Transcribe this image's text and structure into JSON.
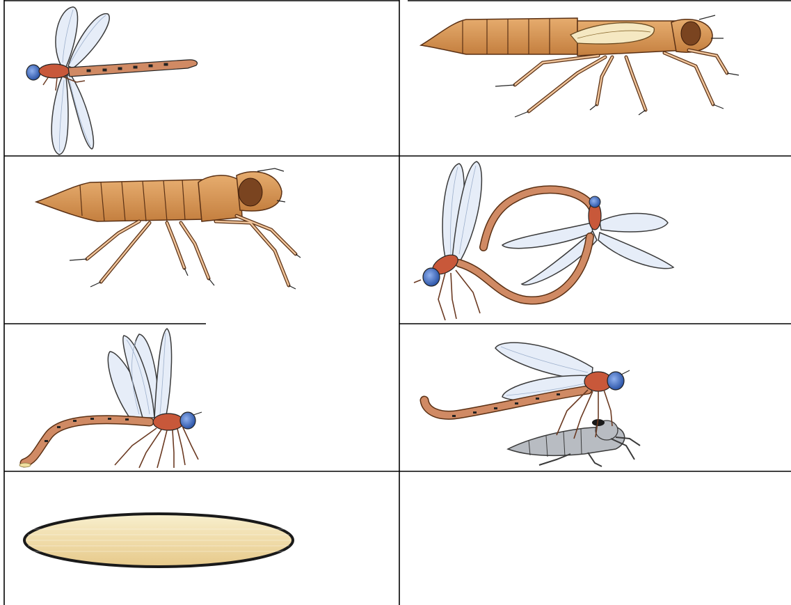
{
  "grid": {
    "rows": 4,
    "columns": 2,
    "line_color": "#000000",
    "background": "#ffffff"
  },
  "cells": [
    {
      "id": "dragonfly-adult-top-view",
      "icon": "dragonfly-top-view-icon"
    },
    {
      "id": "nymph-with-wing-buds",
      "icon": "nymph-with-wing-buds-icon"
    },
    {
      "id": "nymph-larva",
      "icon": "dragonfly-nymph-icon"
    },
    {
      "id": "mating-pair",
      "icon": "mating-dragonflies-icon"
    },
    {
      "id": "female-laying-eggs",
      "icon": "egg-laying-dragonfly-icon"
    },
    {
      "id": "adult-emerging-from-exuvia",
      "icon": "emerging-dragonfly-icon"
    },
    {
      "id": "egg",
      "icon": "egg-icon"
    },
    {
      "id": "empty-cell",
      "icon": ""
    }
  ],
  "colors": {
    "wing_fill": "#e6edf8",
    "wing_vein": "#9db0cc",
    "thorax": "#c8583a",
    "abdomen": "#d08a64",
    "eye": "#4b74c9",
    "nymph_body": "#d99a5c",
    "nymph_dark": "#7a4420",
    "exuvia": "#b8bcc2",
    "egg_fill": "#f2dfae",
    "egg_edge": "#1a1a1a"
  }
}
